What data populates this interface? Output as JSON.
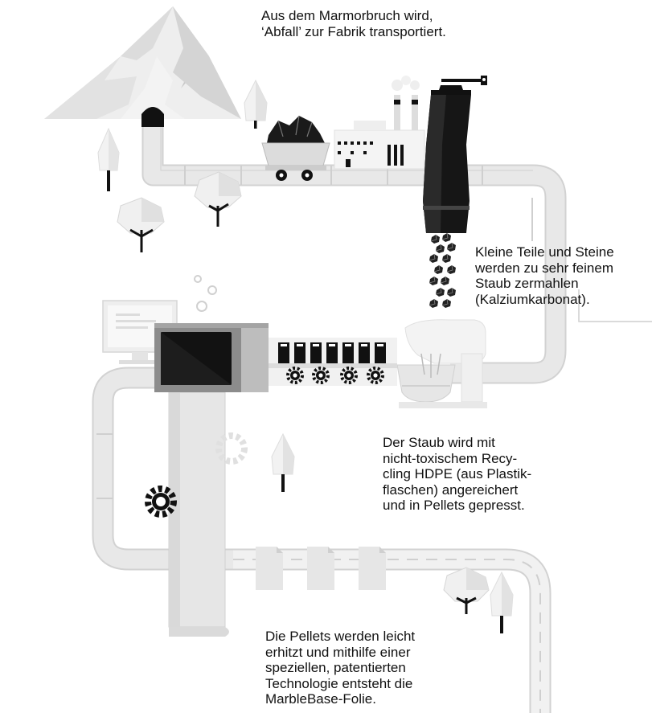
{
  "captions": {
    "transport": "Aus dem Marmorbruch wird,\n‘Abfall’ zur Fabrik transportiert.",
    "grinding": "Kleine Teile und Steine\nwerden zu sehr feinem\nStaub zermahlen\n(Kalziumkarbonat).",
    "enrichment": "Der Staub wird mit\nnicht-toxischem Recy-\ncling HDPE (aus Plastik-\nflaschen) angereichert\nund in Pellets gepresst.",
    "film": "Die Pellets werden leicht\nerhitzt und mithilfe einer\nspeziellen, patentierten\nTechnologie entsteht die\nMarbleBase-Folie."
  },
  "colors": {
    "pipe": "#e6e6e6",
    "pipe_edge": "#d2d2d2",
    "ink": "#111111",
    "mountain_light": "#eeeeee",
    "mountain_dark": "#c9c9c9",
    "machine_gray": "#8c8c8c",
    "screen_black": "#121212"
  },
  "icons": [
    "mountain-icon",
    "tunnel-icon",
    "tree-icon",
    "mine-cart-icon",
    "factory-icon",
    "grinder-icon",
    "stone-particles-icon",
    "computer-monitor-icon",
    "bubbles-icon",
    "extruder-machine-icon",
    "pellet-conveyor-icon",
    "gear-icon",
    "stand-mixer-icon",
    "foil-sheet-icon"
  ]
}
